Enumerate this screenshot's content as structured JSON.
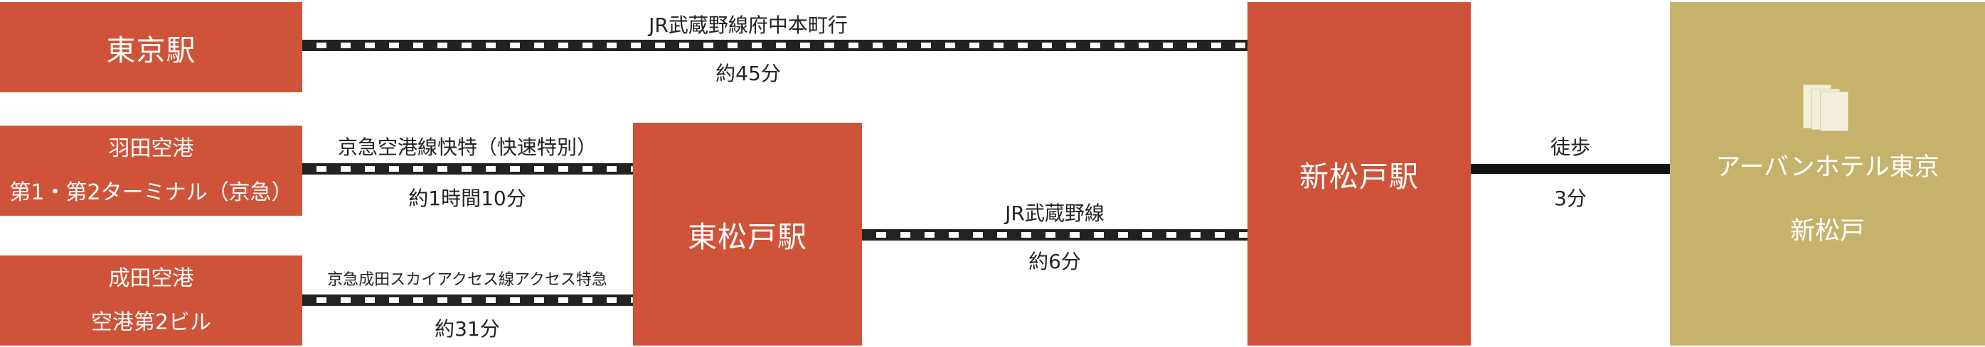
{
  "stations": {
    "tokyo": "東京駅",
    "haneda_line1": "羽田空港",
    "haneda_line2": "第1・第2ターミナル（京急）",
    "narita_line1": "成田空港",
    "narita_line2": "空港第2ビル",
    "higashi_matsudo": "東松戸駅",
    "shin_matsudo": "新松戸駅"
  },
  "hotel": {
    "line1": "アーバンホテル東京",
    "line2": "新松戸",
    "icon": "hotel-building-icon"
  },
  "routes": {
    "tokyo_line": "JR武蔵野線府中本町行",
    "tokyo_time": "約45分",
    "haneda_line": "京急空港線快特（快速特別）",
    "haneda_time": "約1時間10分",
    "narita_line": "京急成田スカイアクセス線アクセス特急",
    "narita_time": "約31分",
    "higashi_line": "JR武蔵野線",
    "higashi_time": "約6分",
    "walk_label": "徒歩",
    "walk_time": "3分"
  },
  "colors": {
    "station_red": "#cf5339",
    "hotel_gold": "#c5b36b",
    "rail": "#222222"
  }
}
